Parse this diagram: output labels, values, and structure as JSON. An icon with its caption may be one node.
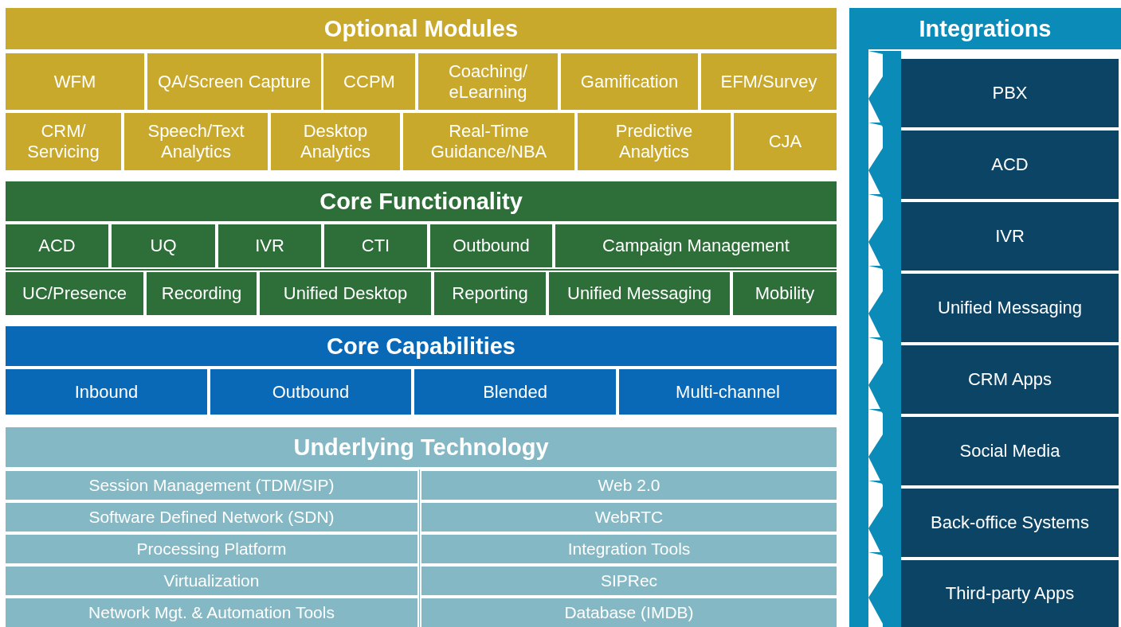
{
  "diagram": {
    "nodes": [
      {
        "text": [
          "Optional Modules"
        ]
      },
      {
        "text": [
          "WFM"
        ],
        "in": 0
      },
      {
        "text": [
          "QA/Screen Capture"
        ],
        "in": 0
      },
      {
        "text": [
          "CCPM"
        ],
        "in": 0
      },
      {
        "text": [
          "Coaching/ eLearning"
        ],
        "in": 0
      },
      {
        "text": [
          "Gamification"
        ],
        "in": 0
      },
      {
        "text": [
          "EFM/Survey"
        ],
        "in": 0
      },
      {
        "text": [
          "CRM/ Servicing"
        ],
        "in": 0
      },
      {
        "text": [
          "Speech/Text Analytics"
        ],
        "in": 0
      },
      {
        "text": [
          "Desktop Analytics"
        ],
        "in": 0
      },
      {
        "text": [
          "Real-Time Guidance/NBA"
        ],
        "in": 0
      },
      {
        "text": [
          "Predictive Analytics"
        ],
        "in": 0
      },
      {
        "text": [
          "CJA"
        ],
        "in": 0
      },
      {
        "text": [
          "Core Functionality"
        ]
      },
      {
        "text": [
          "ACD"
        ],
        "in": 13
      },
      {
        "text": [
          "UQ"
        ],
        "in": 13
      },
      {
        "text": [
          "IVR"
        ],
        "in": 13
      },
      {
        "text": [
          "CTI"
        ],
        "in": 13
      },
      {
        "text": [
          "Outbound"
        ],
        "in": 13
      },
      {
        "text": [
          "Campaign Management"
        ],
        "in": 13
      },
      {
        "text": [
          "UC/Presence"
        ],
        "in": 13
      },
      {
        "text": [
          "Recording"
        ],
        "in": 13
      },
      {
        "text": [
          "Unified Desktop"
        ],
        "in": 13
      },
      {
        "text": [
          "Reporting"
        ],
        "in": 13
      },
      {
        "text": [
          "Unified Messaging"
        ],
        "in": 13
      },
      {
        "text": [
          "Mobility"
        ],
        "in": 13
      },
      {
        "text": [
          "Core Capabilities"
        ]
      },
      {
        "text": [
          "Inbound"
        ],
        "in": 26
      },
      {
        "text": [
          "Outbound"
        ],
        "in": 26
      },
      {
        "text": [
          "Blended"
        ],
        "in": 26
      },
      {
        "text": [
          "Multi-channel"
        ],
        "in": 26
      },
      {
        "text": [
          "Underlying Technology"
        ]
      },
      {
        "text": [
          "Session Management (TDM/SIP)"
        ],
        "in": 31
      },
      {
        "text": [
          "Web 2.0"
        ],
        "in": 31
      },
      {
        "text": [
          "Software Defined Network (SDN)"
        ],
        "in": 31
      },
      {
        "text": [
          "WebRTC"
        ],
        "in": 31
      },
      {
        "text": [
          "Processing Platform"
        ],
        "in": 31
      },
      {
        "text": [
          "Integration Tools"
        ],
        "in": 31
      },
      {
        "text": [
          "Virtualization"
        ],
        "in": 31
      },
      {
        "text": [
          "SIPRec"
        ],
        "in": 31
      },
      {
        "text": [
          "Network Mgt. & Automation Tools"
        ],
        "in": 31
      },
      {
        "text": [
          "Database (IMDB)"
        ],
        "in": 31
      },
      {
        "text": [
          "Integrations"
        ]
      },
      {
        "text": [
          "PBX"
        ],
        "in": 42
      },
      {
        "text": [
          "ACD"
        ],
        "in": 42
      },
      {
        "text": [
          "IVR"
        ],
        "in": 42
      },
      {
        "text": [
          "Unified Messaging"
        ],
        "in": 42
      },
      {
        "text": [
          "CRM Apps"
        ],
        "in": 42
      },
      {
        "text": [
          "Social Media"
        ],
        "in": 42
      },
      {
        "text": [
          "Back-office Systems"
        ],
        "in": 42
      },
      {
        "text": [
          "Third-party Apps"
        ],
        "in": 42
      }
    ]
  }
}
